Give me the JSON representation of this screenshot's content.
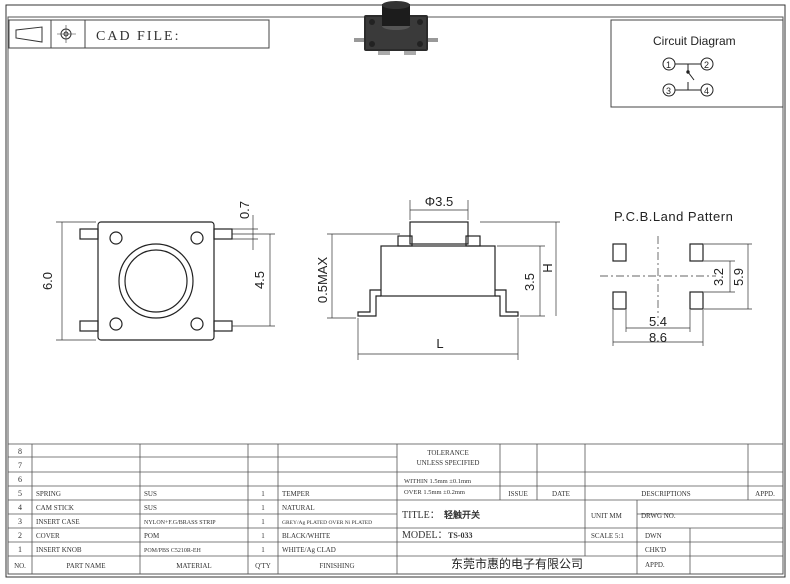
{
  "header": {
    "cad_file_label": "CAD FILE:",
    "circuit_diagram_title": "Circuit Diagram",
    "circuit_terminals": [
      "1",
      "2",
      "3",
      "4"
    ]
  },
  "dimensions": {
    "top_overall": "6.0",
    "top_pin_offset": "0.7",
    "top_pin_pitch": "4.5",
    "side_button_dia": "Φ3.5",
    "side_standoff": "0.5MAX",
    "side_body_height": "3.5",
    "side_total_height": "H",
    "side_length": "L"
  },
  "pcb": {
    "title": "P.C.B.Land Pattern",
    "dim_inner": "5.4",
    "dim_outer": "8.6",
    "dim_vert_small": "3.2",
    "dim_vert_large": "5.9"
  },
  "title_block": {
    "row_numbers": [
      "8",
      "7",
      "6",
      "5",
      "4",
      "3",
      "2",
      "1"
    ],
    "parts": [
      {
        "no": "5",
        "name": "SPRING",
        "material": "SUS",
        "qty": "1",
        "finishing": "TEMPER"
      },
      {
        "no": "4",
        "name": "CAM STICK",
        "material": "SUS",
        "qty": "1",
        "finishing": "NATURAL"
      },
      {
        "no": "3",
        "name": "INSERT CASE",
        "material": "NYLON+F.G/BRASS STRIP",
        "qty": "1",
        "finishing": "GREY/Ag PLATED OVER Ni PLATED"
      },
      {
        "no": "2",
        "name": "COVER",
        "material": "POM",
        "qty": "1",
        "finishing": "BLACK/WHITE"
      },
      {
        "no": "1",
        "name": "INSERT KNOB",
        "material": "POM/PBS C5210R-EH",
        "qty": "1",
        "finishing": "WHITE/Ag CLAD"
      }
    ],
    "col_headers": {
      "no": "NO.",
      "name": "PART NAME",
      "material": "MATERIAL",
      "qty": "Q'TY",
      "finishing": "FINISHING"
    },
    "tolerance_line1": "TOLERANCE",
    "tolerance_line2": "UNLESS SPECIFIED",
    "within": "WITHIN 1.5mm ±0.1mm",
    "over": "OVER  1.5mm ±0.2mm",
    "issue": "ISSUE",
    "date": "DATE",
    "descriptions": "DESCRIPTIONS",
    "appd": "APPD.",
    "title_label": "TITLE：",
    "title_value": "轻触开关",
    "unit": "UNIT  MM",
    "drwg_no": "DRWG NO.",
    "model_label": "MODEL：",
    "model_value": "TS-033",
    "scale": "SCALE 5:1",
    "dwn": "DWN",
    "chkd": "CHK'D",
    "appd2": "APPD.",
    "company": "东莞市惠的电子有限公司"
  }
}
